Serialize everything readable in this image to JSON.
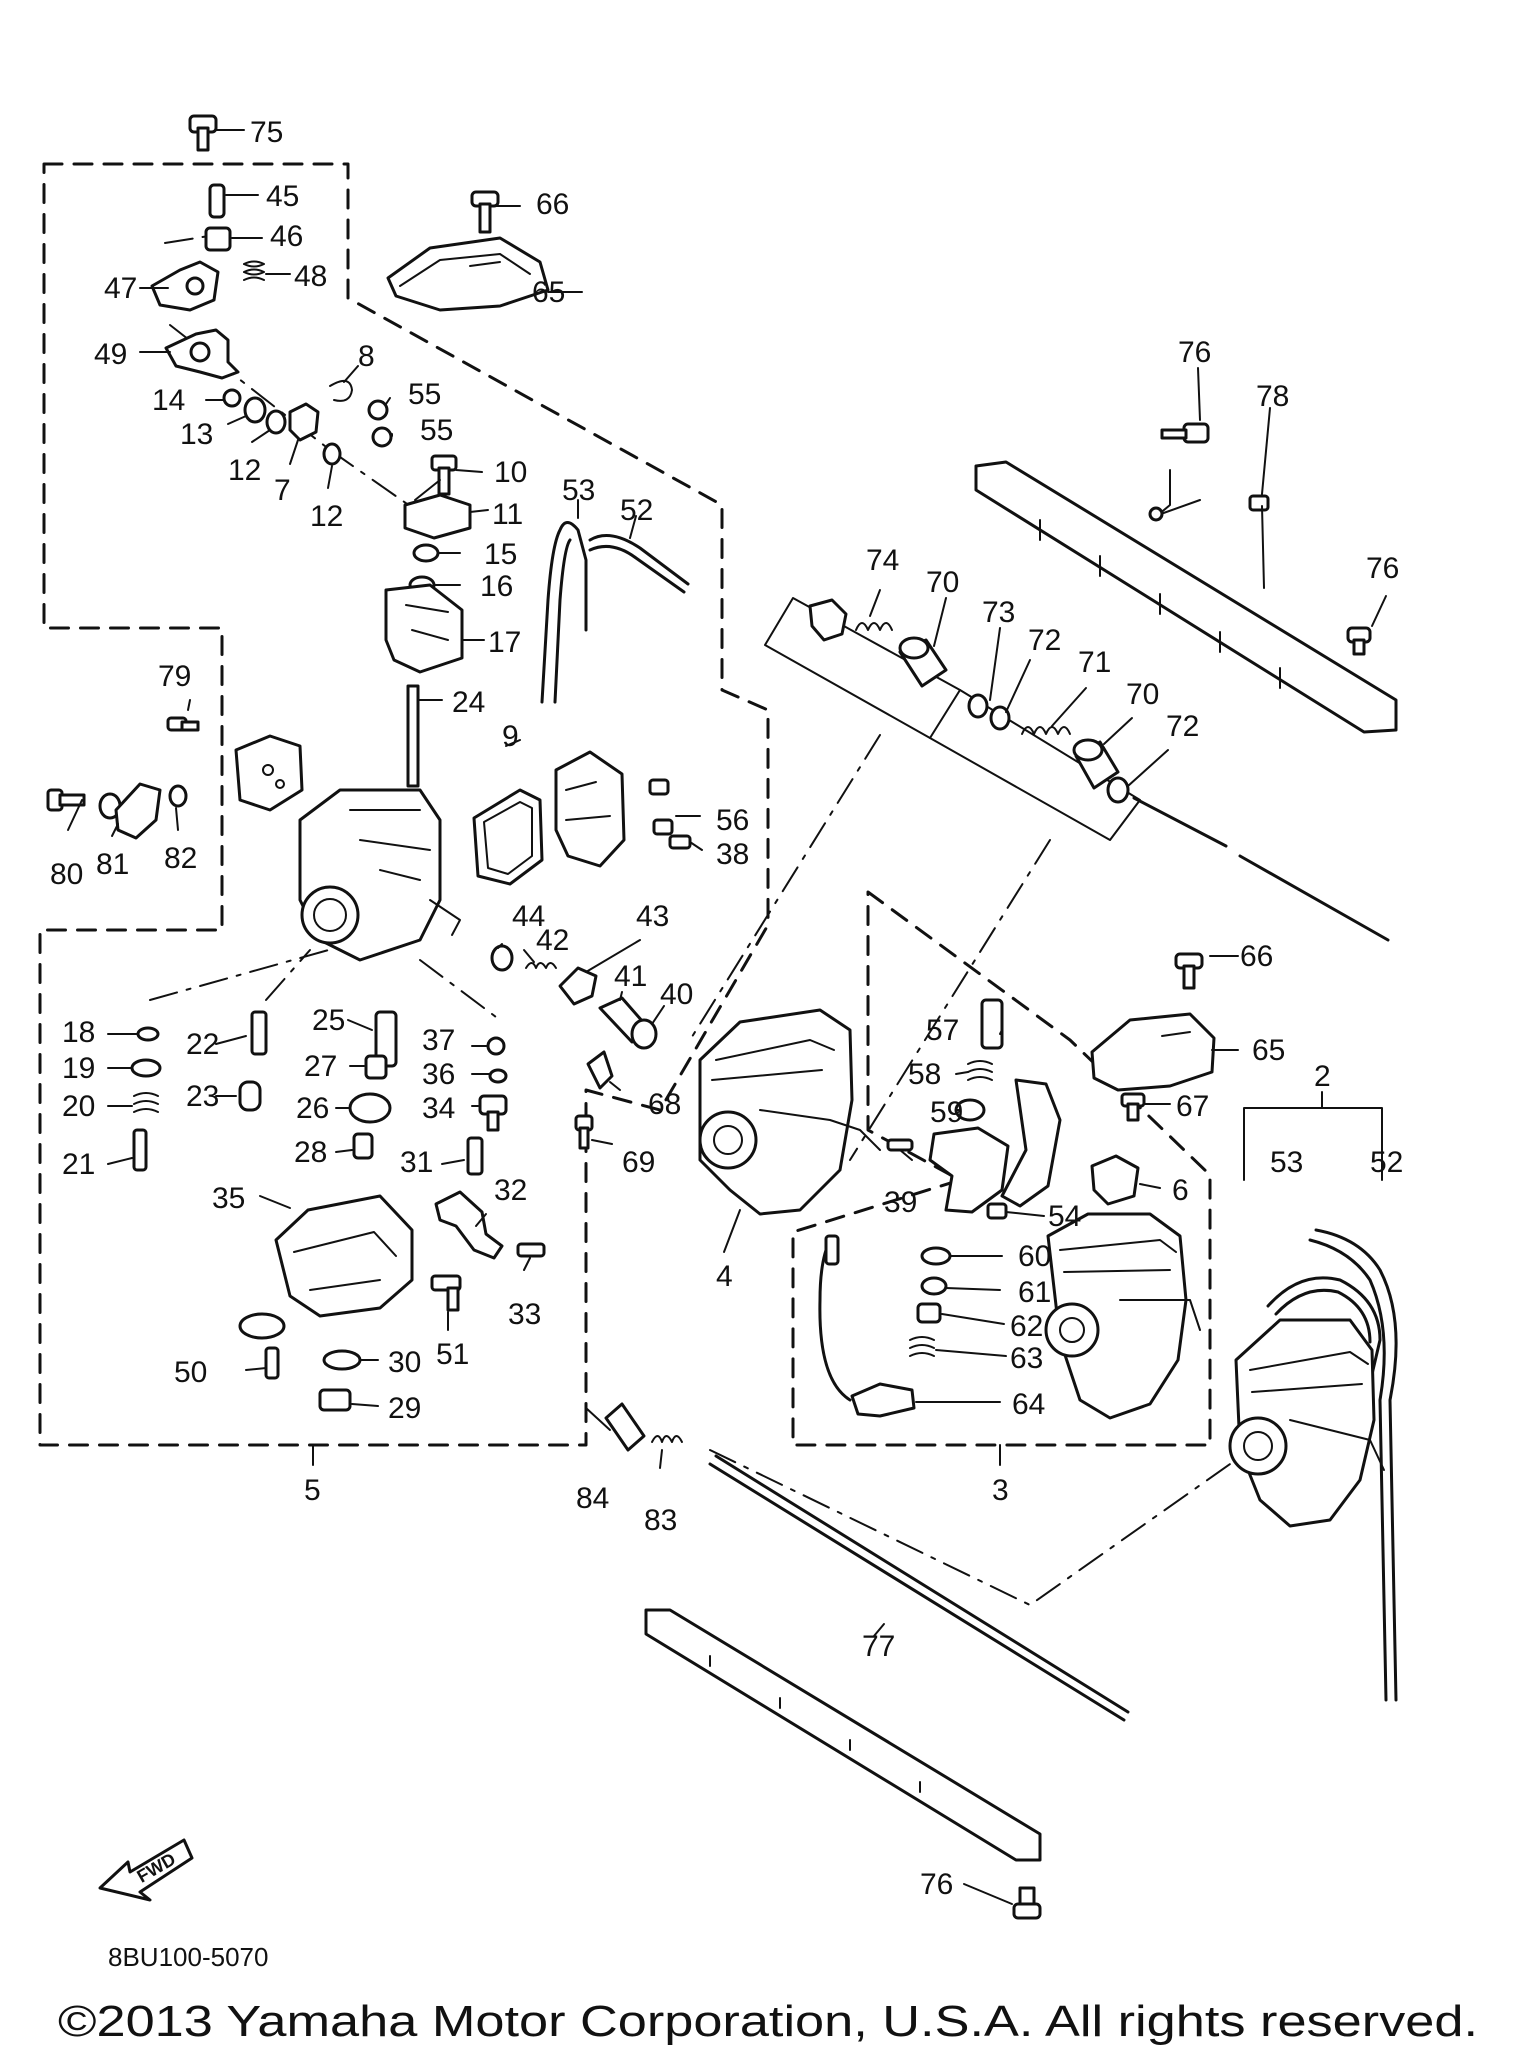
{
  "diagram_code": "8BU100-5070",
  "copyright": "©2013 Yamaha Motor Corporation, U.S.A. All rights reserved.",
  "fwd_label": "FWD",
  "callouts": {
    "c2": "2",
    "c3": "3",
    "c4": "4",
    "c5": "5",
    "c6": "6",
    "c7": "7",
    "c8": "8",
    "c9": "9",
    "c10": "10",
    "c11": "11",
    "c12a": "12",
    "c12b": "12",
    "c13": "13",
    "c14": "14",
    "c15": "15",
    "c16": "16",
    "c17": "17",
    "c18": "18",
    "c19": "19",
    "c20": "20",
    "c21": "21",
    "c22": "22",
    "c23": "23",
    "c24": "24",
    "c25": "25",
    "c26": "26",
    "c27": "27",
    "c28": "28",
    "c29": "29",
    "c30": "30",
    "c31": "31",
    "c32": "32",
    "c33": "33",
    "c34": "34",
    "c35": "35",
    "c36": "36",
    "c37": "37",
    "c38": "38",
    "c39": "39",
    "c40": "40",
    "c41": "41",
    "c42": "42",
    "c43": "43",
    "c44": "44",
    "c45": "45",
    "c46": "46",
    "c47": "47",
    "c48": "48",
    "c49": "49",
    "c50": "50",
    "c51": "51",
    "c52a": "52",
    "c52b": "52",
    "c53a": "53",
    "c53b": "53",
    "c54": "54",
    "c55a": "55",
    "c55b": "55",
    "c56": "56",
    "c57": "57",
    "c58": "58",
    "c59": "59",
    "c60": "60",
    "c61": "61",
    "c62": "62",
    "c63": "63",
    "c64": "64",
    "c65a": "65",
    "c65b": "65",
    "c66a": "66",
    "c66b": "66",
    "c67": "67",
    "c68": "68",
    "c69": "69",
    "c70a": "70",
    "c70b": "70",
    "c71": "71",
    "c72a": "72",
    "c72b": "72",
    "c73": "73",
    "c74": "74",
    "c75": "75",
    "c76a": "76",
    "c76b": "76",
    "c76c": "76",
    "c77": "77",
    "c78": "78",
    "c79": "79",
    "c80": "80",
    "c81": "81",
    "c82": "82",
    "c83": "83",
    "c84": "84"
  }
}
